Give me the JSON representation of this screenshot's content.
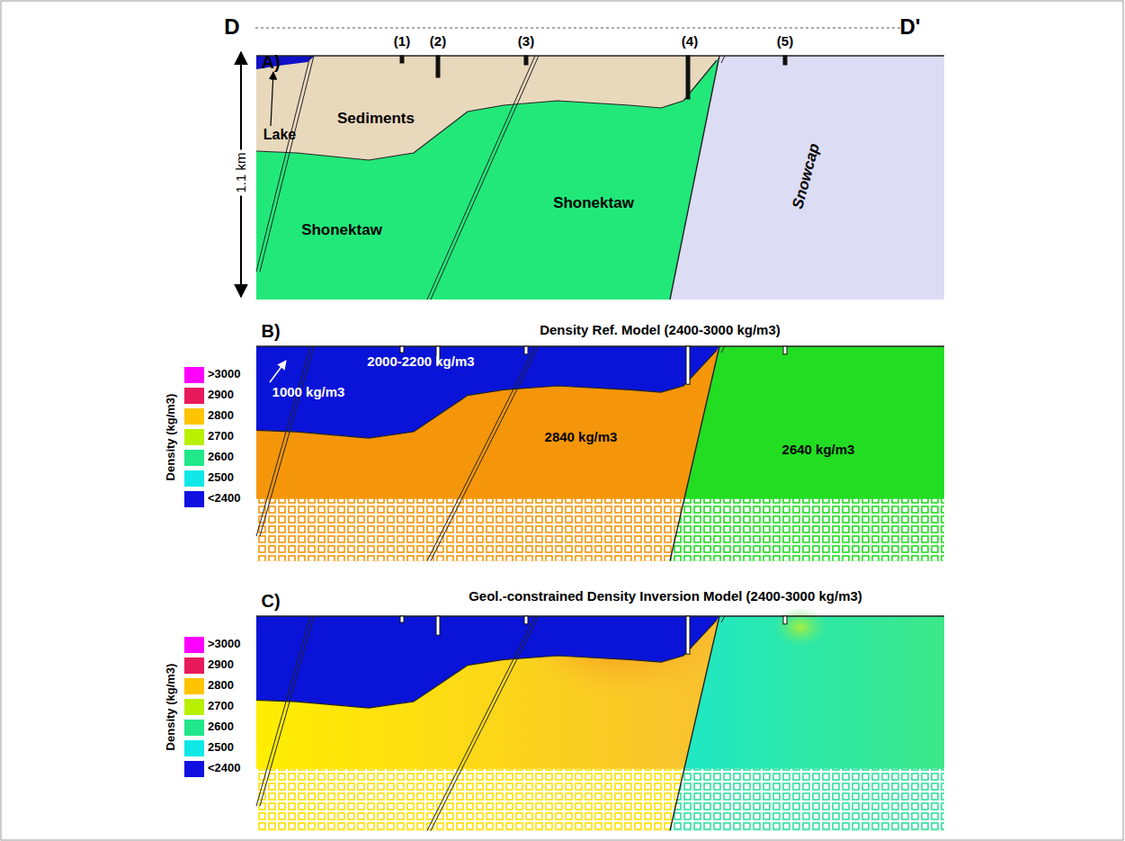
{
  "diagram": {
    "labels": [
      "D",
      "D'",
      "A)",
      "(1)",
      "(2)",
      "(3)",
      "(4)",
      "(5)",
      "Sediments",
      "Lake",
      "1.1 km",
      "Shonektaw",
      "Shonektaw",
      "Snowcap",
      "B)",
      "Density Ref. Model (2400-3000 kg/m3)",
      "Density (kg/m3)",
      "2000-2200 kg/m3",
      "1000 kg/m3",
      "2840 kg/m3",
      "2640 kg/m3",
      "C)",
      "Geol.-constrained Density Inversion Model (2400-3000 kg/m3)",
      "Density (kg/m3)"
    ],
    "legend": [
      {
        "text": ">3000",
        "color": "#ff00ff"
      },
      {
        "text": "2900",
        "color": "#e8195a"
      },
      {
        "text": "2800",
        "color": "#ffc400"
      },
      {
        "text": "2700",
        "color": "#b8f000"
      },
      {
        "text": "2600",
        "color": "#20e88a"
      },
      {
        "text": "2500",
        "color": "#10e8e8"
      },
      {
        "text": "<2400",
        "color": "#1010e0"
      },
      {
        "text": ">3000",
        "color": "#ff00ff"
      },
      {
        "text": "2900",
        "color": "#e8195a"
      },
      {
        "text": "2800",
        "color": "#ffc400"
      },
      {
        "text": "2700",
        "color": "#b8f000"
      },
      {
        "text": "2600",
        "color": "#20e88a"
      },
      {
        "text": "2500",
        "color": "#10e8e8"
      },
      {
        "text": "<2400",
        "color": "#1010e0"
      }
    ]
  }
}
